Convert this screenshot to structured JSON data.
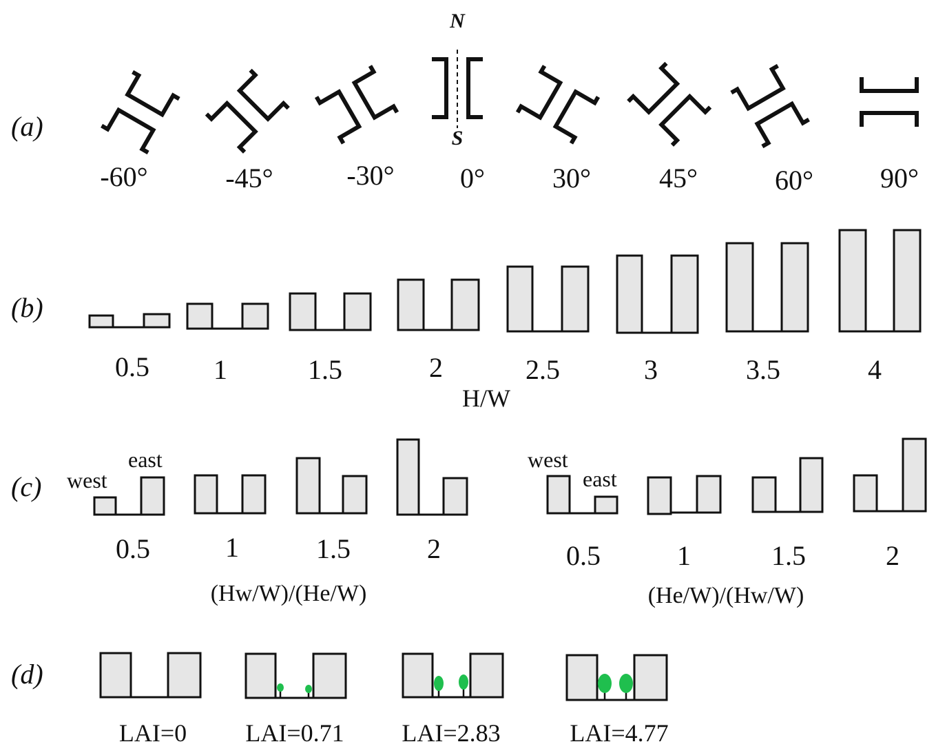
{
  "panel_a": {
    "label": "(a)",
    "north": "N",
    "south": "S",
    "orientations": [
      "-60°",
      "-45°",
      "-30°",
      "0°",
      "30°",
      "45°",
      "60°",
      "90°"
    ],
    "angles": [
      -60,
      -45,
      -30,
      0,
      30,
      45,
      60,
      90
    ]
  },
  "panel_b": {
    "label": "(b)",
    "ratios": [
      "0.5",
      "1",
      "1.5",
      "2",
      "2.5",
      "3",
      "3.5",
      "4"
    ],
    "values": [
      0.5,
      1,
      1.5,
      2,
      2.5,
      3,
      3.5,
      4
    ],
    "axis_label": "H/W"
  },
  "panel_c": {
    "label": "(c)",
    "left": {
      "west_label": "west",
      "east_label": "east",
      "ratios": [
        "0.5",
        "1",
        "1.5",
        "2"
      ],
      "values": [
        0.5,
        1,
        1.5,
        2
      ],
      "axis_label": "(Hw/W)/(He/W)"
    },
    "right": {
      "west_label": "west",
      "east_label": "east",
      "ratios": [
        "0.5",
        "1",
        "1.5",
        "2"
      ],
      "values": [
        0.5,
        1,
        1.5,
        2
      ],
      "axis_label": "(He/W)/(Hw/W)"
    }
  },
  "panel_d": {
    "label": "(d)",
    "lai_labels": [
      "LAI=0",
      "LAI=0.71",
      "LAI=2.83",
      "LAI=4.77"
    ],
    "lai_values": [
      0,
      0.71,
      2.83,
      4.77
    ]
  },
  "colors": {
    "building_fill": "#e6e6e6",
    "outline": "#111111",
    "tree": "#1fbf4e"
  }
}
